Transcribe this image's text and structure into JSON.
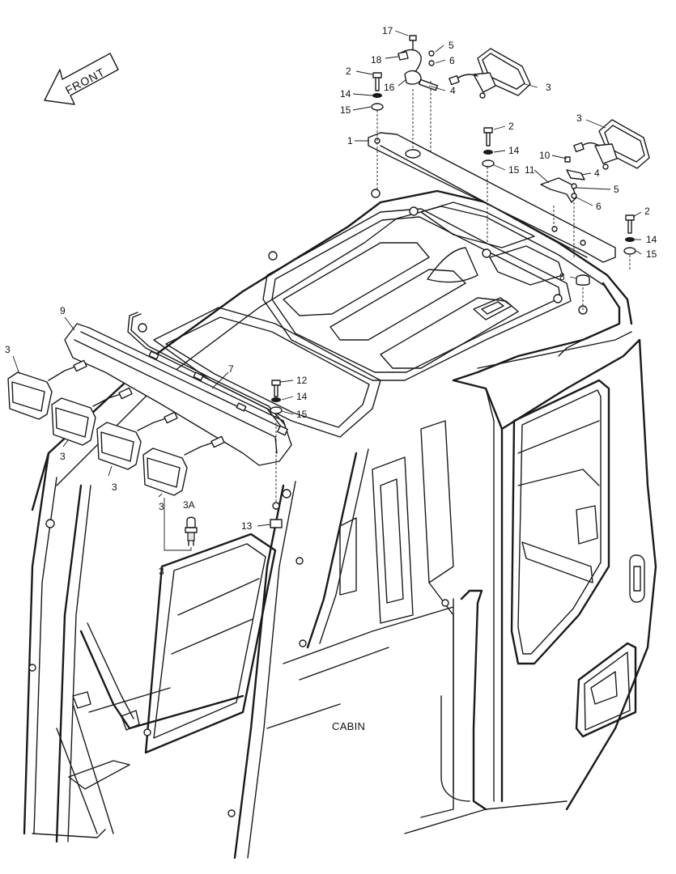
{
  "diagram": {
    "direction_label": "FRONT",
    "assembly_label": "CABIN",
    "callouts": [
      "17",
      "5",
      "18",
      "6",
      "3",
      "2",
      "16",
      "4",
      "14",
      "15",
      "1",
      "2",
      "14",
      "15",
      "3",
      "10",
      "4",
      "11",
      "5",
      "6",
      "2",
      "14",
      "15",
      "8",
      "9",
      "3",
      "7",
      "12",
      "14",
      "15",
      "3",
      "3",
      "3",
      "3A",
      "13",
      "3"
    ]
  }
}
